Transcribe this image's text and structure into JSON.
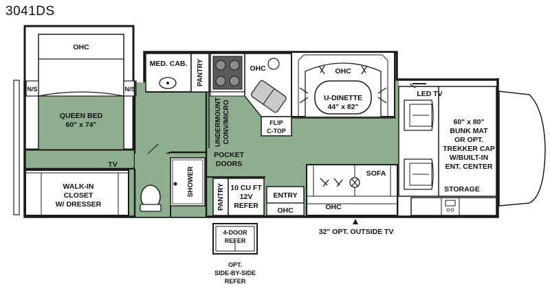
{
  "model": "3041DS",
  "labels": {
    "ohc_bed": "OHC",
    "ns_left": "N/S",
    "ns_right": "N/S",
    "queen_bed_1": "QUEEN BED",
    "queen_bed_2": "60\" x 74\"",
    "tv_rear": "TV",
    "closet_1": "WALK-IN",
    "closet_2": "CLOSET",
    "closet_3": "W/ DRESSER",
    "med_cab": "MED. CAB.",
    "pantry_top": "PANTRY",
    "shower": "SHOWER",
    "micro_1": "UNDERMOUNT",
    "micro_2": "CONV/MICRO",
    "pocket_1": "POCKET",
    "pocket_2": "DOORS",
    "pantry_bottom": "PANTRY",
    "refer_1": "10 CU FT",
    "refer_2": "12V",
    "refer_3": "REFER",
    "ohc_kitchen": "OHC",
    "flip_1": "FLIP",
    "flip_2": "C-TOP",
    "ohc_dinette": "OHC",
    "dinette_1": "U-DINETTE",
    "dinette_2": "44\" x 82\"",
    "entry": "ENTRY",
    "ohc_entry": "OHC",
    "sofa": "SOFA",
    "ohc_sofa": "OHC",
    "led_tv": "LED TV",
    "bunk_1": "60\" x 80\"",
    "bunk_2": "BUNK MAT",
    "bunk_3": "OR OPT.",
    "bunk_4": "TREKKER CAP",
    "bunk_5": "W/BUILT-IN",
    "bunk_6": "ENT. CENTER",
    "storage": "STORAGE",
    "outside_tv": "32\" OPT. OUTSIDE TV",
    "four_door_1": "4-DOOR",
    "four_door_2": "REFER",
    "opt_1": "OPT.",
    "opt_2": "SIDE-BY-SIDE",
    "opt_3": "REFER"
  },
  "colors": {
    "floor": "#8fae8f",
    "wall": "#1a1a1a",
    "white": "#ffffff"
  }
}
